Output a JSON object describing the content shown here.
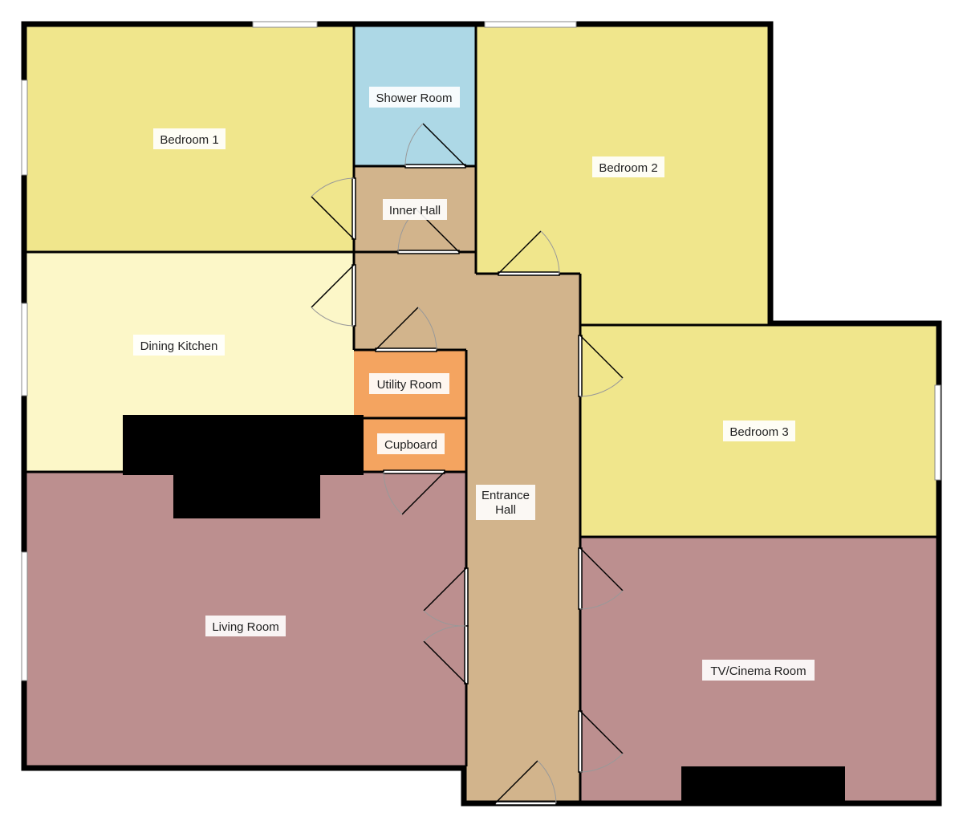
{
  "rooms": {
    "bedroom1": "Bedroom 1",
    "shower_room": "Shower Room",
    "bedroom2": "Bedroom 2",
    "inner_hall": "Inner Hall",
    "dining_kitchen": "Dining Kitchen",
    "utility_room": "Utility Room",
    "cupboard": "Cupboard",
    "entrance_hall_line1": "Entrance",
    "entrance_hall_line2": "Hall",
    "bedroom3": "Bedroom 3",
    "living_room": "Living Room",
    "tv_cinema_room": "TV/Cinema Room"
  },
  "colors": {
    "bedroom": "#f0e68c",
    "shower": "#add8e6",
    "hall": "#d2b48c",
    "kitchen": "#fcf7c8",
    "utility": "#f4a460",
    "living": "#bc8f8f",
    "fixture": "#000000"
  }
}
